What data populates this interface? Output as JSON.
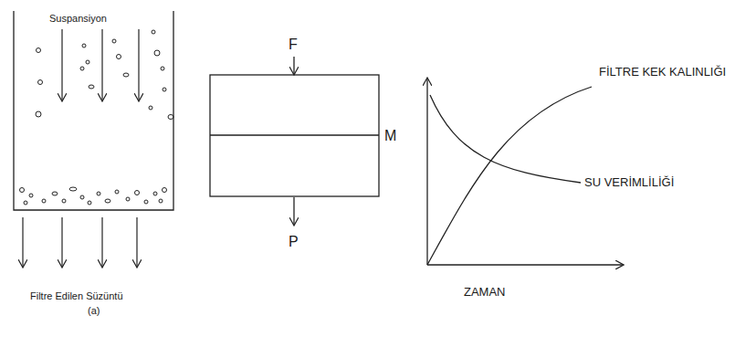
{
  "diagram": {
    "labels": [
      "Suspansiyon",
      "F",
      "M",
      "FİLTRE KEK KALINLIĞI",
      "SU VERİMLİLİĞİ",
      "ZAMAN",
      "P",
      "Filtre Edilen Süzüntü",
      "(a)"
    ]
  }
}
